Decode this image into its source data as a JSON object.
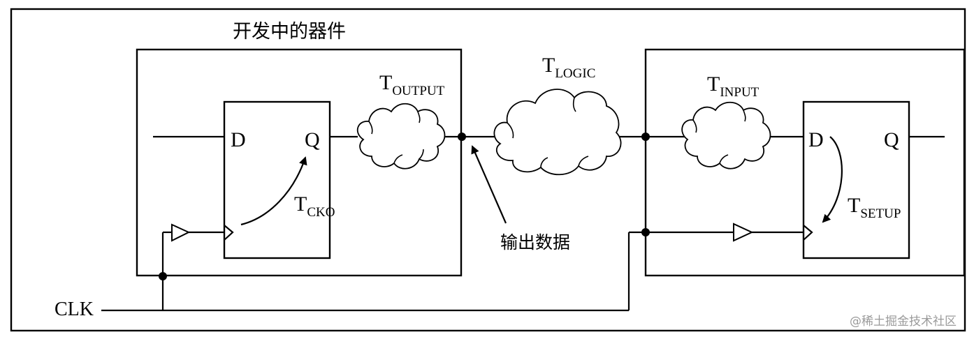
{
  "title": "开发中的器件",
  "output_data_label": "输出数据",
  "clk_label": "CLK",
  "watermark": "@稀土掘金技术社区",
  "left_ff": {
    "d_label": "D",
    "q_label": "Q"
  },
  "right_ff": {
    "d_label": "D",
    "q_label": "Q"
  },
  "timings": {
    "t_output": {
      "main": "T",
      "sub": "OUTPUT"
    },
    "t_logic": {
      "main": "T",
      "sub": "LOGIC"
    },
    "t_input": {
      "main": "T",
      "sub": "INPUT"
    },
    "t_cko": {
      "main": "T",
      "sub": "CKO"
    },
    "t_setup": {
      "main": "T",
      "sub": "SETUP"
    }
  }
}
